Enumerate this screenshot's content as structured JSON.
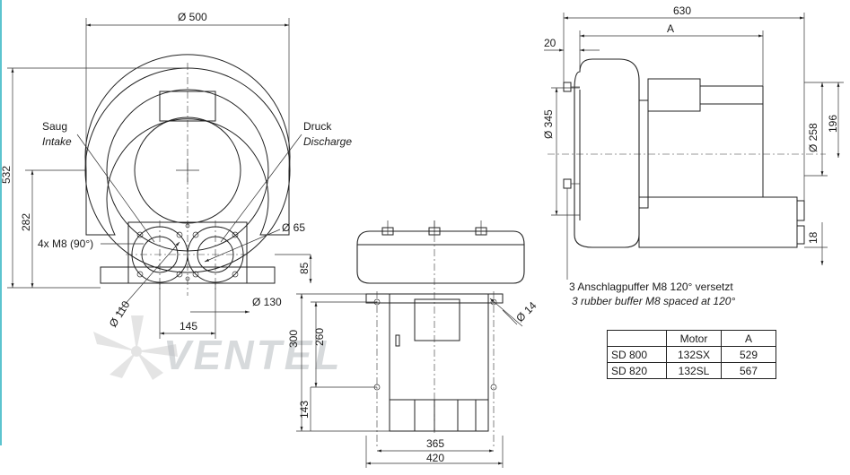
{
  "front_view": {
    "dia_outer": "Ø 500",
    "height_total": "532",
    "height_axis": "282",
    "height_flange": "85",
    "port_spacing": "145",
    "dia_port": "Ø 110",
    "dia_hole": "Ø 65",
    "dia_bolt_circle": "Ø 130",
    "bolts": "4x M8 (90°)",
    "intake_de": "Saug",
    "intake_en": "Intake",
    "discharge_de": "Druck",
    "discharge_en": "Discharge"
  },
  "bottom_view": {
    "height_300": "300",
    "height_260": "260",
    "height_143": "143",
    "width_365": "365",
    "width_420": "420",
    "dia_14": "Ø 14"
  },
  "side_view": {
    "length_total": "630",
    "length_a": "A",
    "offset_20": "20",
    "dia_345": "Ø 345",
    "dia_258": "Ø 258",
    "height_196": "196",
    "height_18": "18",
    "buffer_de": "3 Anschlagpuffer M8 120° versetzt",
    "buffer_en": "3 rubber buffer M8 spaced at 120°"
  },
  "motor_table": {
    "headers": [
      "",
      "Motor",
      "A"
    ],
    "rows": [
      [
        "SD 800",
        "132SX",
        "529"
      ],
      [
        "SD 820",
        "132SL",
        "567"
      ]
    ]
  },
  "watermark": "VENTEL",
  "accent_color": "#5cc4cf"
}
